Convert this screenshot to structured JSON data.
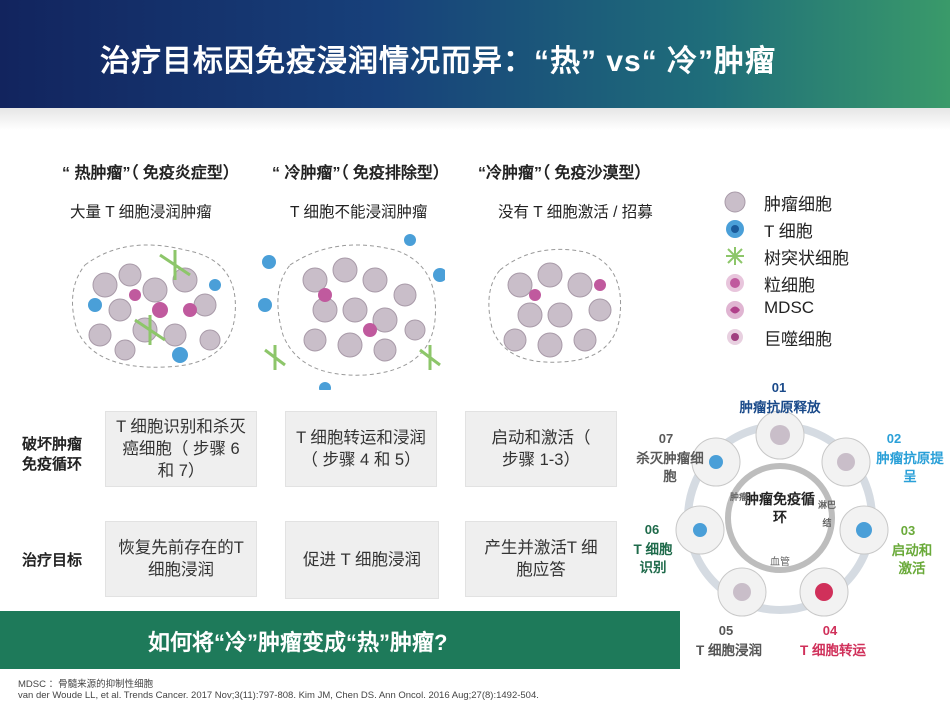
{
  "header": {
    "title": "治疗目标因免疫浸润情况而异：“热” vs“ 冷”肿瘤"
  },
  "columns": [
    {
      "title": "“ 热肿瘤”（ 免疫炎症型）",
      "desc": "大量 T 细胞浸润肿瘤"
    },
    {
      "title": "“ 冷肿瘤”（ 免疫排除型）",
      "desc": "T 细胞不能浸润肿瘤"
    },
    {
      "title": "“冷肿瘤”（ 免疫沙漠型）",
      "desc": "没有 T 细胞激活 / 招募"
    }
  ],
  "legend": [
    {
      "label": "肿瘤细胞",
      "icon": "tumor-cell-icon",
      "color": "#b8aeb8"
    },
    {
      "label": "T 细胞",
      "icon": "t-cell-icon",
      "color": "#4a9fd8"
    },
    {
      "label": "树突状细胞",
      "icon": "dendritic-cell-icon",
      "color": "#8dc66a"
    },
    {
      "label": "粒细胞",
      "icon": "granulocyte-icon",
      "color": "#c05a9e"
    },
    {
      "label": "MDSC",
      "icon": "mdsc-icon",
      "color": "#b0408a"
    },
    {
      "label": "巨噬细胞",
      "icon": "macrophage-icon",
      "color": "#a04080"
    }
  ],
  "rows": [
    {
      "label": "破坏肿瘤免疫循环",
      "cells": [
        "T 细胞识别和杀灭癌细胞（ 步骤 6 和 7）",
        "T 细胞转运和浸润（ 步骤 4 和 5）",
        "启动和激活（ 步骤 1-3）"
      ]
    },
    {
      "label": "治疗目标",
      "cells": [
        "恢复先前存在的T 细胞浸润",
        "促进 T 细胞浸润",
        "产生并激活T 细胞应答"
      ]
    }
  ],
  "banner": "如何将“冷”肿瘤变成“热”肿瘤?",
  "cycle": {
    "center": "肿瘤免疫循环",
    "inner_labels": {
      "left": "肿瘤",
      "right": "淋巴结",
      "bottom": "血管"
    },
    "steps": [
      {
        "num": "01",
        "label": "肿瘤抗原释放",
        "color": "#1a4a8a"
      },
      {
        "num": "02",
        "label": "肿瘤抗原提呈",
        "color": "#2aa0d8"
      },
      {
        "num": "03",
        "label": "启动和激活",
        "color": "#6aaa3a"
      },
      {
        "num": "04",
        "label": "T 细胞转运",
        "color": "#d0305a"
      },
      {
        "num": "05",
        "label": "T 细胞浸润",
        "color": "#555555"
      },
      {
        "num": "06",
        "label": "T 细胞识别",
        "color": "#1e6a4a"
      },
      {
        "num": "07",
        "label": "杀灭肿瘤细胞",
        "color": "#5a5a5a"
      }
    ]
  },
  "footnotes": [
    "MDSC ：骨髓来源的抑制性细胞",
    "van der Woude LL, et al. Trends Cancer. 2017 Nov;3(11):797-808. Kim JM, Chen DS. Ann Oncol. 2016 Aug;27(8):1492-504."
  ]
}
